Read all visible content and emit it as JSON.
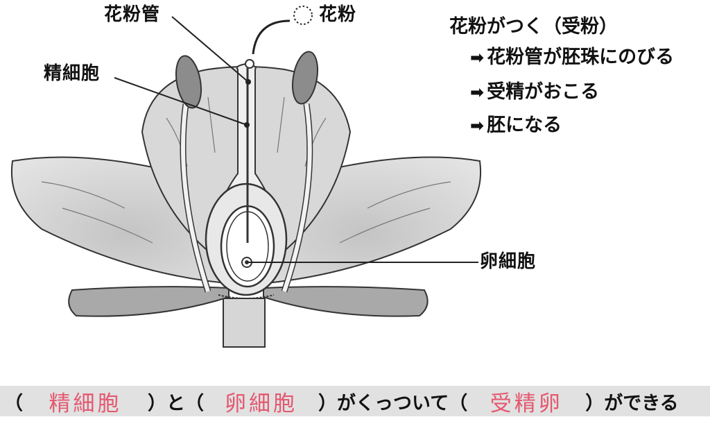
{
  "labels": {
    "pollen_tube": "花粉管",
    "pollen": "花粉",
    "sperm_cell": "精細胞",
    "egg_cell": "卵細胞"
  },
  "process": {
    "title": "花粉がつく（受粉）",
    "steps": [
      "花粉管が胚珠にのびる",
      "受精がおこる",
      "胚になる"
    ],
    "arrow_glyph": "➡"
  },
  "sentence": {
    "open": "（",
    "answer1": "精細胞",
    "close1_text": "）と（",
    "answer2": "卵細胞",
    "close2_text": "）がくっついて（",
    "answer3": "受精卵",
    "close3_text": "）ができる"
  },
  "colors": {
    "handwriting": "#e4586f",
    "answer_bar": "#e1e1e1",
    "petal_fill": "#dcdcdc",
    "stamen_fill": "#8c8c8c"
  }
}
